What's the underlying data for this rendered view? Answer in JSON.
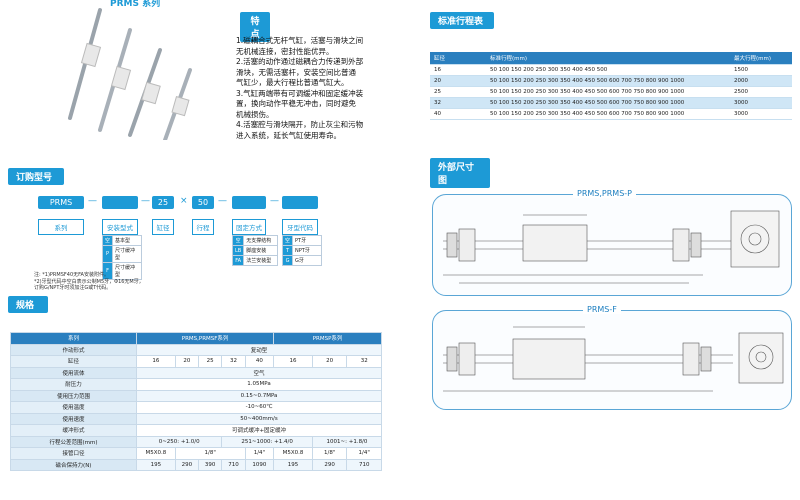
{
  "header": {
    "top_title": "PRMS 系列"
  },
  "features": {
    "title": "特点",
    "items": [
      "1.磁耦合式无杆气缸，活塞与滑块之间",
      "   无机械连接，密封性能优异。",
      "2.活塞的动作通过磁耦合力传递到外部",
      "   滑块，无需活塞杆，安装空间比普通",
      "   气缸少，最大行程比普通气缸大。",
      "3.气缸两端带有可调缓冲和固定缓冲装",
      "   置，换向动作平稳无冲击，同时避免",
      "   机械损伤。",
      "4.活塞腔与滑块隔开，防止灰尘和污物",
      "   进入系统，延长气缸使用寿命。"
    ]
  },
  "order": {
    "title": "订购型号",
    "parts": [
      "PRMS",
      "",
      "25",
      "50",
      "",
      ""
    ],
    "separators": [
      "—",
      "—",
      "×",
      "—",
      "—"
    ],
    "labels": [
      "系列",
      "安装型式",
      "缸径",
      "行程",
      "固定方式",
      "牙型代码"
    ],
    "mount_options": [
      {
        "k": "空",
        "v": "基本型"
      },
      {
        "k": "P",
        "v": "尺寸缓冲型"
      },
      {
        "k": "F",
        "v": "尺寸缓冲型"
      }
    ],
    "fix_options": [
      {
        "k": "空",
        "v": "无支撑结构"
      },
      {
        "k": "LB",
        "v": "脚座安装"
      },
      {
        "k": "FA",
        "v": "法兰安装型"
      }
    ],
    "thread_options": [
      {
        "k": "空",
        "v": "PT牙"
      },
      {
        "k": "T",
        "v": "NPT牙"
      },
      {
        "k": "G",
        "v": "G牙"
      }
    ],
    "notes": [
      "注: *1)PRMSF40无FA安装附件。",
      "      *2)牙型代码中空白表示公制M5牙，Φ16无M牙，",
      "         订购G/NPT牙时须加注G或T代码。"
    ]
  },
  "std_stroke": {
    "title": "标准行程表",
    "headers": [
      "缸径",
      "标准行程(mm)",
      "最大行程(mm)"
    ],
    "rows": [
      [
        "16",
        "50 100 150 200 250 300 350 400 450 500",
        "1500"
      ],
      [
        "20",
        "50 100 150 200 250 300 350 400 450 500 600 700 750 800 900 1000",
        "2000"
      ],
      [
        "25",
        "50 100 150 200 250 300 350 400 450 500 600 700 750 800 900 1000",
        "2500"
      ],
      [
        "32",
        "50 100 150 200 250 300 350 400 450 500 600 700 750 800 900 1000",
        "3000"
      ],
      [
        "40",
        "50 100 150 200 250 300 350 400 450 500 600 700 750 800 900 1000",
        "3000"
      ]
    ]
  },
  "outline": {
    "title": "外部尺寸图",
    "drawing1": "PRMS,PRMS-P",
    "drawing2": "PRMS-F"
  },
  "spec": {
    "title": "规格",
    "head": [
      "系列",
      "PRMS,PRMSF系列",
      "PRMSP系列"
    ],
    "rows": [
      {
        "label": "作动形式",
        "span": "复动型"
      },
      {
        "label": "缸径",
        "cells": [
          "16",
          "20",
          "25",
          "32",
          "40",
          "16",
          "20",
          "32"
        ]
      },
      {
        "label": "使用流体",
        "span": "空气"
      },
      {
        "label": "耐压力",
        "span": "1.05MPa"
      },
      {
        "label": "使用压力范围",
        "span": "0.15~0.7MPa"
      },
      {
        "label": "使用温度",
        "span": "-10~60℃"
      },
      {
        "label": "使用速度",
        "span": "50~400mm/s"
      },
      {
        "label": "缓冲形式",
        "span": "可调式缓冲+固定缓冲"
      },
      {
        "label": "行程公差范围(mm)",
        "cells3": [
          "0~250: +1.0/0",
          "251~1000: +1.4/0",
          "1001~: +1.8/0"
        ]
      },
      {
        "label": "接管口径",
        "ports": [
          "M5X0.8",
          "1/8\"",
          "1/4\"",
          "M5X0.8",
          "1/8\"",
          "1/4\""
        ]
      },
      {
        "label": "磁合保持力(N)",
        "cells": [
          "195",
          "290",
          "390",
          "710",
          "1090",
          "195",
          "290",
          "710"
        ]
      }
    ]
  }
}
